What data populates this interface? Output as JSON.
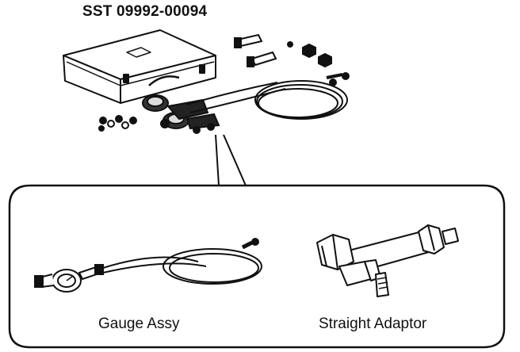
{
  "header": {
    "title": "SST 09992-00094"
  },
  "parts": [
    {
      "label": "Gauge Assy",
      "icon": "gauge-assembly-icon"
    },
    {
      "label": "Straight Adaptor",
      "icon": "straight-adaptor-icon"
    }
  ],
  "colors": {
    "line": "#111111",
    "background": "#ffffff"
  }
}
